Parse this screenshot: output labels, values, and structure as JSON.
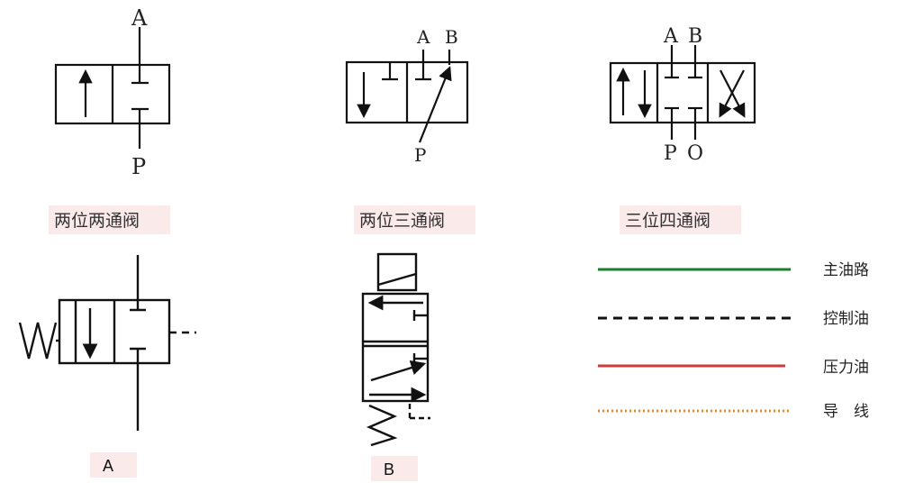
{
  "valves": {
    "two_position_two_way": {
      "caption": "两位两通阀",
      "port_top": "A",
      "port_bottom": "P"
    },
    "two_position_three_way": {
      "caption": "两位三通阀",
      "port_a": "A",
      "port_b": "B",
      "port_p": "P"
    },
    "three_position_four_way": {
      "caption": "三位四通阀",
      "port_a": "A",
      "port_b": "B",
      "port_p": "P",
      "port_o": "O"
    }
  },
  "figures": {
    "a_label": "A",
    "b_label": "B"
  },
  "legend": {
    "items": [
      {
        "label": "主油路",
        "color": "#1a7f2a",
        "style": "solid"
      },
      {
        "label": "控制油",
        "color": "#111111",
        "style": "dashed"
      },
      {
        "label": "压力油",
        "color": "#d23a3a",
        "style": "solid"
      },
      {
        "label": "导　线",
        "color": "#f08a2b",
        "style": "dotted"
      }
    ]
  }
}
